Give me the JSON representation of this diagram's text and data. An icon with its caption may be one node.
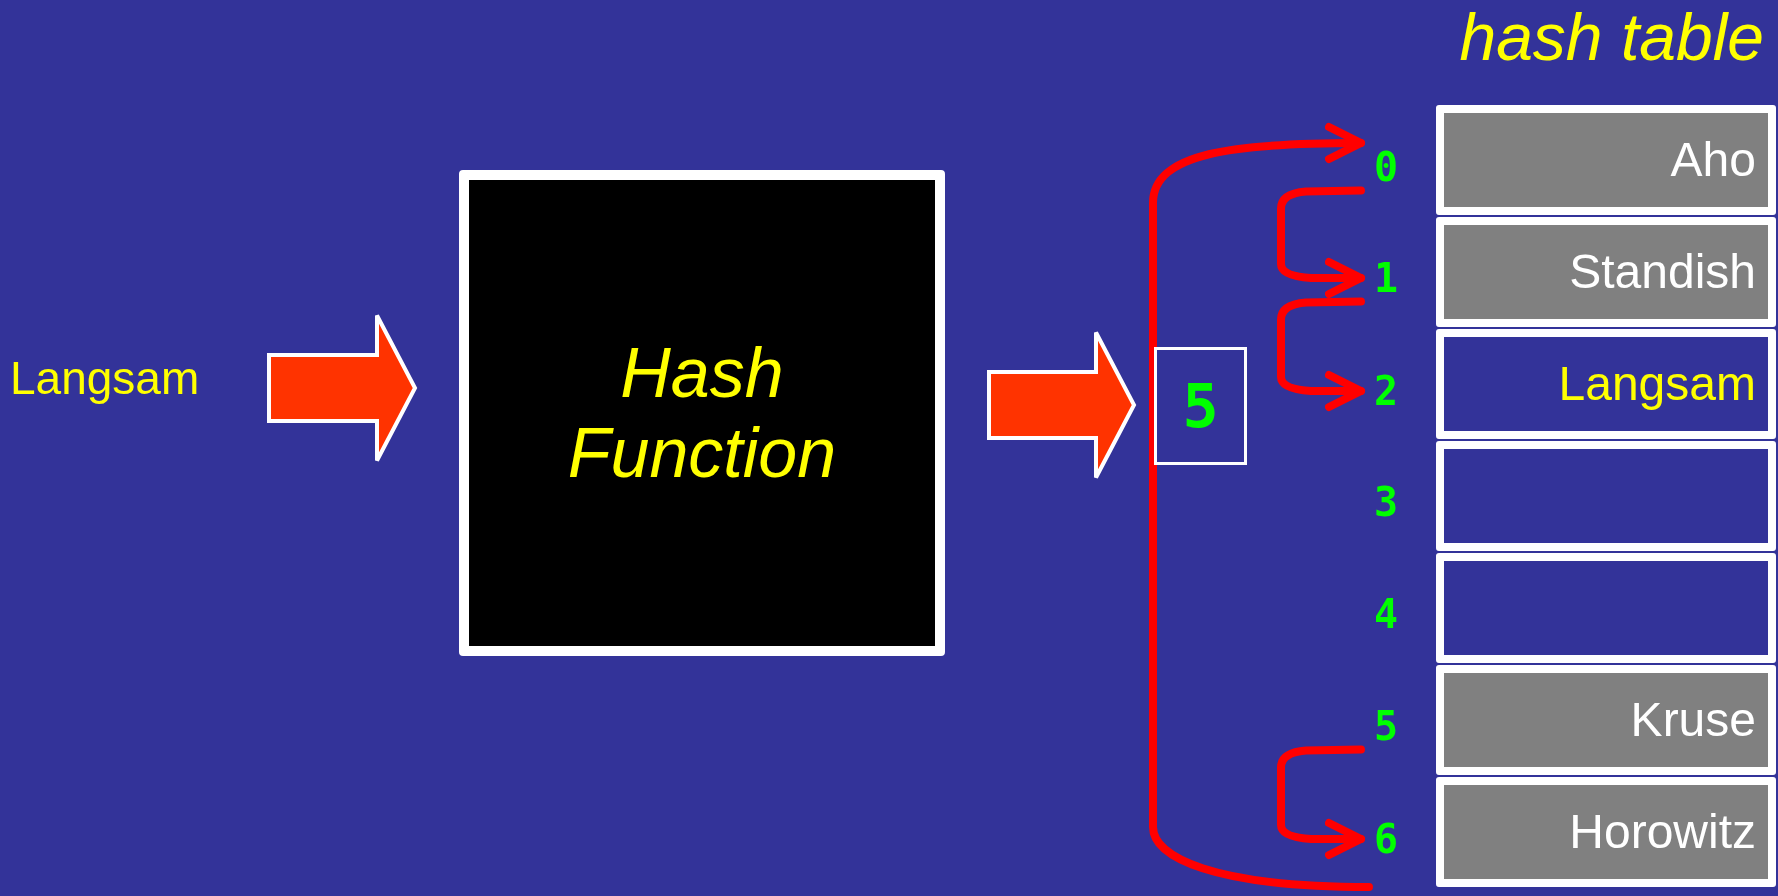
{
  "diagram": {
    "title": "hash table",
    "nodes": [
      {
        "text": [
          "Langsam"
        ]
      },
      {
        "text": [
          "Hash Function"
        ]
      },
      {
        "text": [
          "5"
        ]
      },
      {
        "text": [
          "0"
        ]
      },
      {
        "text": [
          "1"
        ]
      },
      {
        "text": [
          "2"
        ]
      },
      {
        "text": [
          "3"
        ]
      },
      {
        "text": [
          "4"
        ]
      },
      {
        "text": [
          "5"
        ]
      },
      {
        "text": [
          "6"
        ]
      },
      {
        "text": [
          "Aho"
        ]
      },
      {
        "text": [
          "Standish"
        ]
      },
      {
        "text": [
          "Langsam"
        ]
      },
      {
        "text": [],
        "shape": "box"
      },
      {
        "text": [],
        "shape": "box"
      },
      {
        "text": [
          "Kruse"
        ]
      },
      {
        "text": [
          "Horowitz"
        ]
      }
    ],
    "edges": [
      {
        "from": 0,
        "to": 1,
        "arrow": "to",
        "style": "thick"
      },
      {
        "from": 1,
        "to": 2,
        "arrow": "to",
        "style": "thick"
      },
      {
        "from": 8,
        "to": 9,
        "arrow": "to"
      },
      {
        "from": 9,
        "to": 3,
        "arrow": "to"
      },
      {
        "from": 3,
        "to": 4,
        "arrow": "to"
      },
      {
        "from": 4,
        "to": 5,
        "arrow": "to"
      }
    ]
  }
}
